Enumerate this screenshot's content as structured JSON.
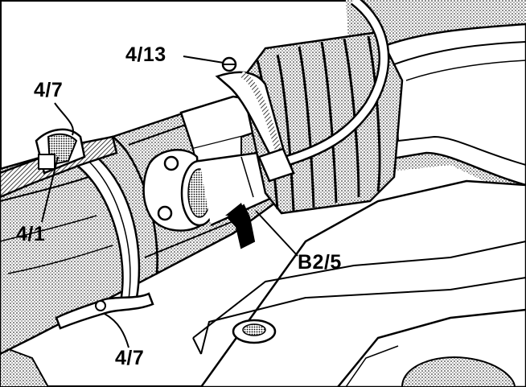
{
  "diagram": {
    "callouts": {
      "c_4_13": "4/13",
      "c_4_7_top": "4/7",
      "c_4_1": "4/1",
      "c_b2_5": "B2/5",
      "c_4_7_bottom": "4/7"
    },
    "colors": {
      "ink": "#000000",
      "paper": "#ffffff",
      "shade": "#c8c8c8"
    }
  }
}
